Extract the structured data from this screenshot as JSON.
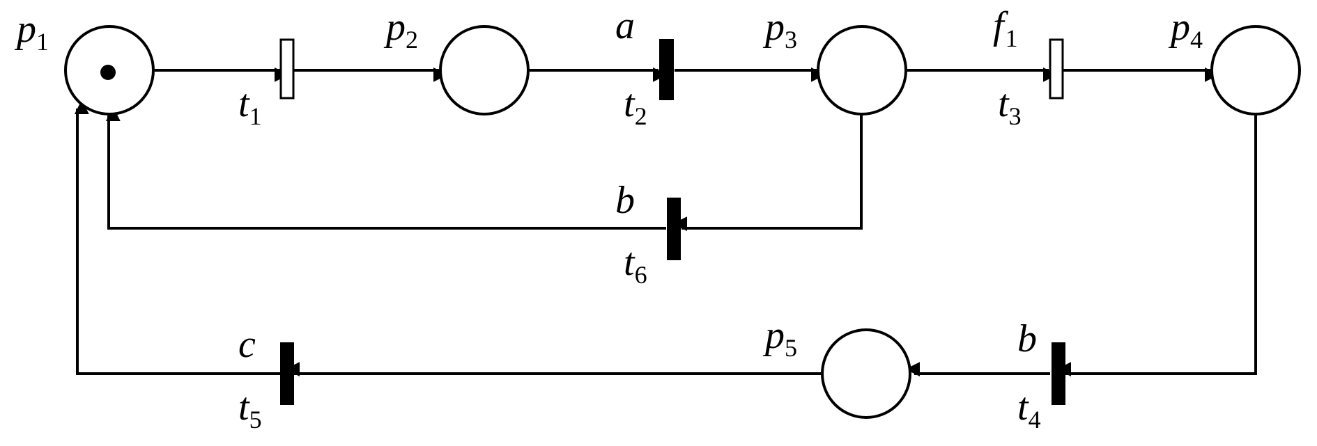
{
  "places": [
    {
      "name": "p",
      "sub": "1",
      "tokens": 1
    },
    {
      "name": "p",
      "sub": "2",
      "tokens": 0
    },
    {
      "name": "p",
      "sub": "3",
      "tokens": 0
    },
    {
      "name": "p",
      "sub": "4",
      "tokens": 0
    },
    {
      "name": "p",
      "sub": "5",
      "tokens": 0
    }
  ],
  "transitions": [
    {
      "name": "t",
      "sub": "1",
      "event": "",
      "event_sub": "",
      "style": "hollow"
    },
    {
      "name": "t",
      "sub": "2",
      "event": "a",
      "event_sub": "",
      "style": "filled"
    },
    {
      "name": "t",
      "sub": "3",
      "event": "f",
      "event_sub": "1",
      "style": "hollow"
    },
    {
      "name": "t",
      "sub": "4",
      "event": "b",
      "event_sub": "",
      "style": "filled"
    },
    {
      "name": "t",
      "sub": "5",
      "event": "c",
      "event_sub": "",
      "style": "filled"
    },
    {
      "name": "t",
      "sub": "6",
      "event": "b",
      "event_sub": "",
      "style": "filled"
    }
  ],
  "arcs": [
    {
      "from": "p1",
      "to": "t1"
    },
    {
      "from": "t1",
      "to": "p2"
    },
    {
      "from": "p2",
      "to": "t2"
    },
    {
      "from": "t2",
      "to": "p3"
    },
    {
      "from": "p3",
      "to": "t3"
    },
    {
      "from": "t3",
      "to": "p4"
    },
    {
      "from": "p3",
      "to": "t6"
    },
    {
      "from": "t6",
      "to": "p1"
    },
    {
      "from": "p4",
      "to": "t4"
    },
    {
      "from": "t4",
      "to": "p5"
    },
    {
      "from": "p5",
      "to": "t5"
    },
    {
      "from": "t5",
      "to": "p1"
    }
  ],
  "colors": {
    "stroke": "#000000",
    "background": "#ffffff"
  }
}
